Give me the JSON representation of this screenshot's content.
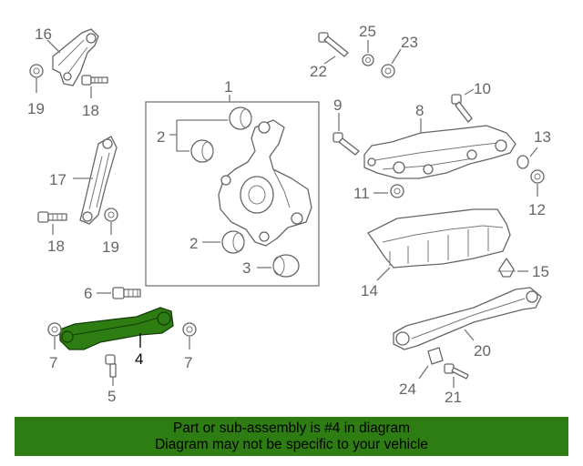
{
  "callouts": {
    "c1": "1",
    "c2a": "2",
    "c2b": "2",
    "c3": "3",
    "c4": "4",
    "c5": "5",
    "c6": "6",
    "c7a": "7",
    "c7b": "7",
    "c8": "8",
    "c9": "9",
    "c10": "10",
    "c11": "11",
    "c12": "12",
    "c13": "13",
    "c14": "14",
    "c15": "15",
    "c16": "16",
    "c17": "17",
    "c18a": "18",
    "c18b": "18",
    "c19a": "19",
    "c19b": "19",
    "c20": "20",
    "c21": "21",
    "c22": "22",
    "c23": "23",
    "c24": "24",
    "c25": "25"
  },
  "highlight": {
    "part_number": "4",
    "color": "#2e7d12"
  },
  "banner": {
    "line1": "Part or sub-assembly is #4 in diagram",
    "line2": "Diagram may not be specific to your vehicle",
    "color": "#2e7d12"
  }
}
